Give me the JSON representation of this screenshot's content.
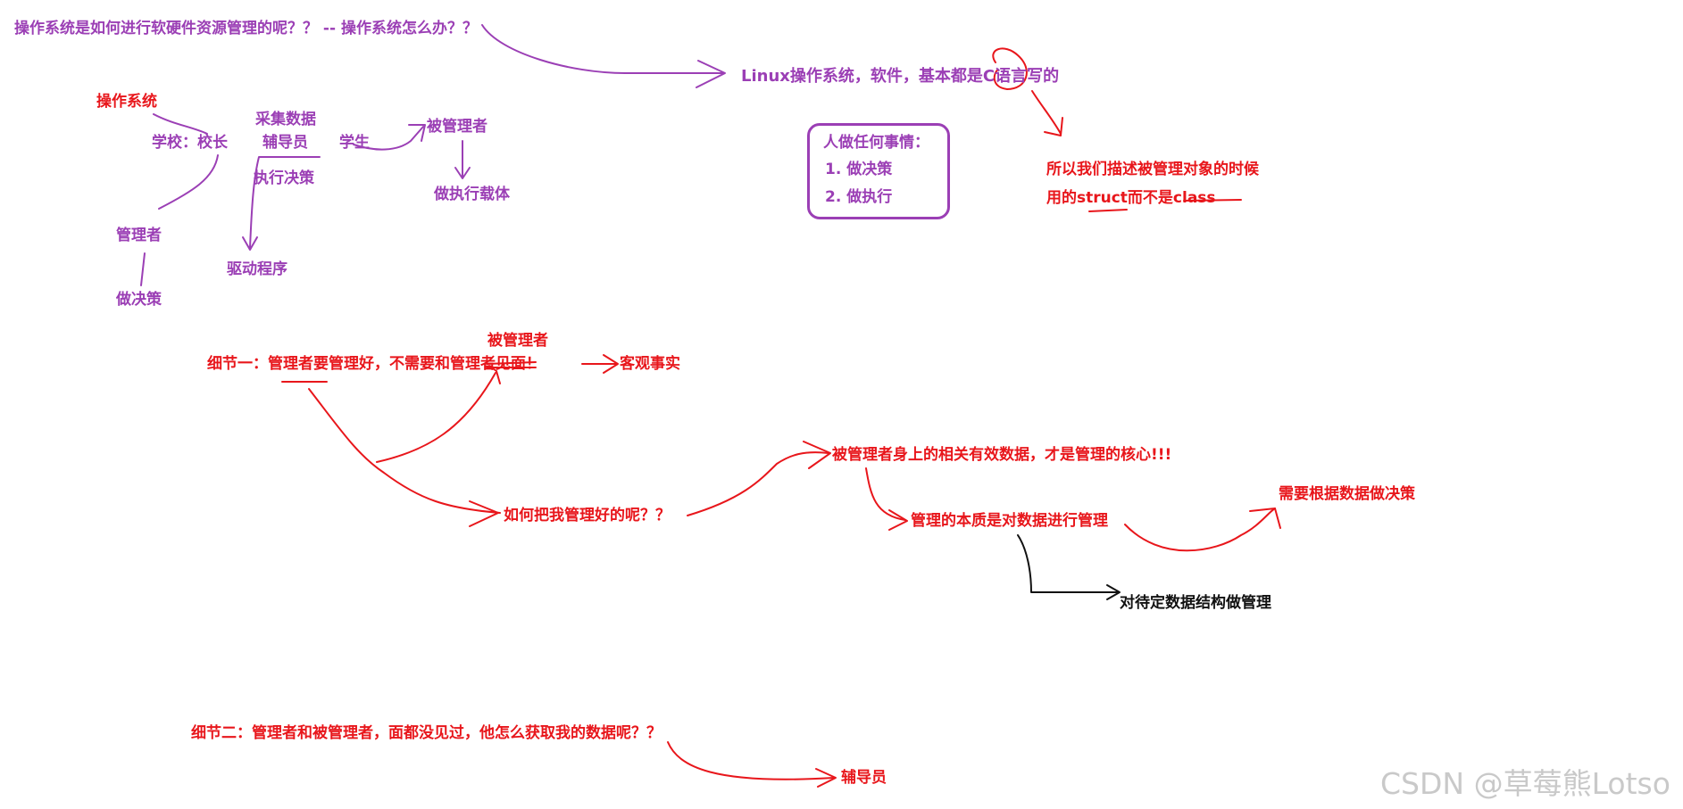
{
  "diagram": {
    "title": "操作系统是如何进行软硬件资源管理的呢？？ -- 操作系统怎么办？？",
    "linux_note": "Linux操作系统，软件，基本都是C语言写的",
    "struct_note": {
      "line1": "所以我们描述被管理对象的时候",
      "line2": "用的struct而不是class"
    },
    "actions_box": {
      "heading": "人做任何事情：",
      "item1": "1. 做决策",
      "item2": "2. 做执行"
    },
    "school_analogy": {
      "os_label": "操作系统",
      "school": "学校：校长",
      "collect_data": "采集数据",
      "counselor": "辅导员",
      "student": "学生",
      "managed": "被管理者",
      "exec_carrier": "做执行载体",
      "exec_decision": "执行决策",
      "driver": "驱动程序",
      "manager": "管理者",
      "decide": "做决策"
    },
    "detail1": {
      "text": "细节一：管理者要管理好，不需要和管理者见面！",
      "overwrite": "被管理者",
      "fact": "客观事实",
      "question": "如何把我管理好的呢？？",
      "core": "被管理者身上的相关有效数据，才是管理的核心!!!",
      "essence": "管理的本质是对数据进行管理",
      "decide_by_data": "需要根据数据做决策",
      "struct_mgmt": "对待定数据结构做管理"
    },
    "detail2": {
      "text": "细节二：管理者和被管理者，面都没见过，他怎么获取我的数据呢？？",
      "answer": "辅导员"
    },
    "watermark": "CSDN @草莓熊Lotso",
    "colors": {
      "purple": "#9b3fb5",
      "red": "#e8161b",
      "black": "#111111"
    }
  }
}
